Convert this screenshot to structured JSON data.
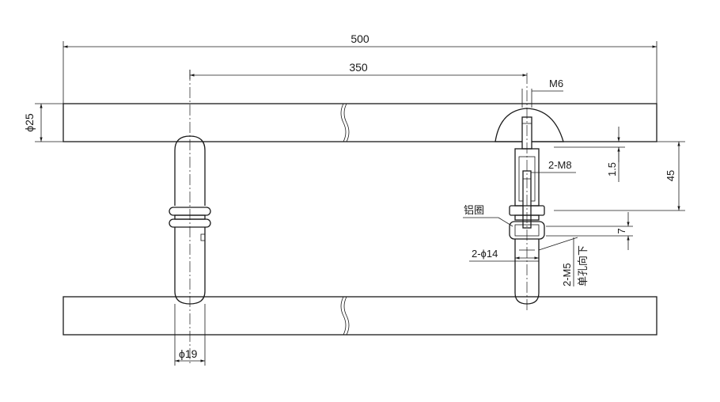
{
  "dimensions": {
    "overall_length": "500",
    "center_distance": "350",
    "bar_diameter": "ϕ25",
    "post_diameter": "ϕ19",
    "screw_top": "M6",
    "screw_middle": "2-M8",
    "gap": "1.5",
    "height": "45",
    "ring_thickness": "7",
    "bushing_diameter": "2-ϕ14",
    "screw_bottom": "2-M5",
    "note_single_hole": "单孔向下"
  },
  "labels": {
    "aluminum_ring": "铝圈"
  }
}
